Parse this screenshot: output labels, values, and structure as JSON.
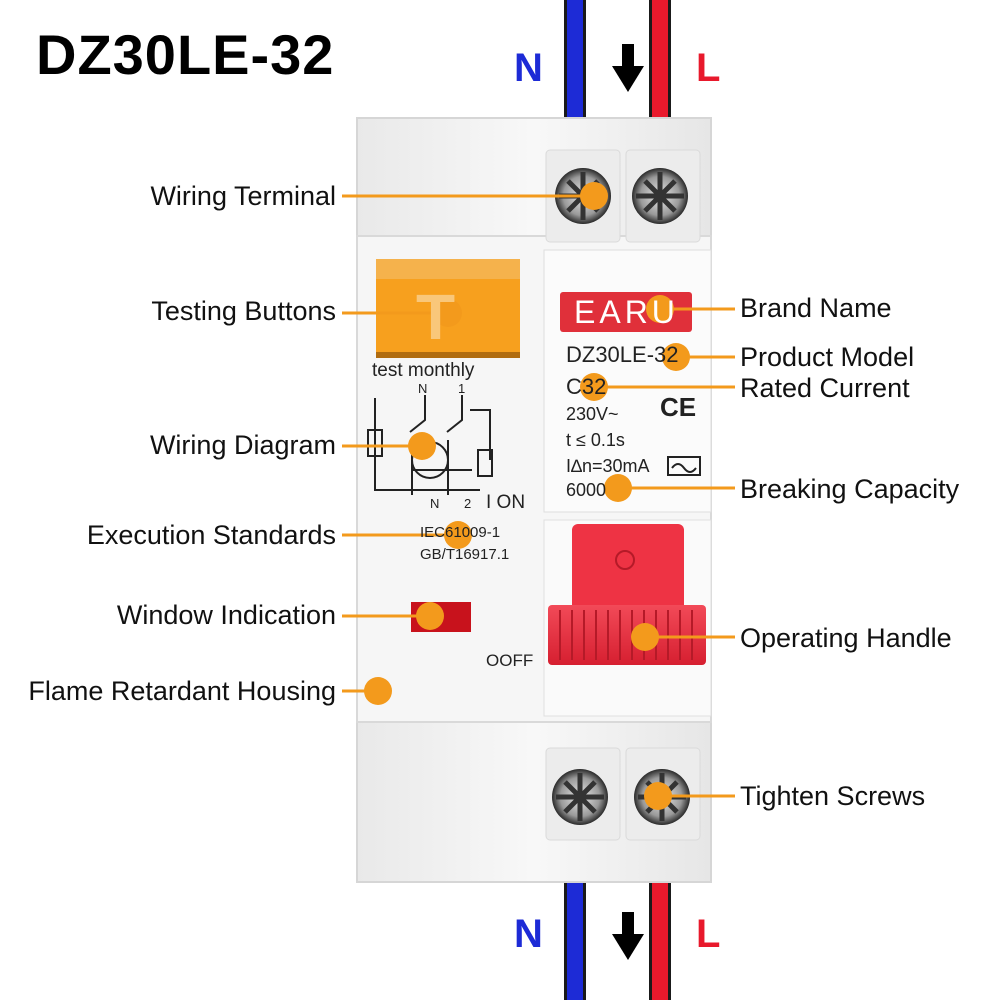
{
  "title": "DZ30LE-32",
  "wires": {
    "neutral_letter": "N",
    "live_letter": "L",
    "neutral_color": "#1d2bd6",
    "live_color": "#e8192c",
    "arrow_icon": "arrow-down-icon"
  },
  "device": {
    "brand": "EARU",
    "model": "DZ30LE-32",
    "rating": "C32",
    "voltage": "230V~",
    "trip_time": "t  ≤ 0.1s",
    "residual_current": "I∆n=30mA",
    "breaking_capacity": "6000",
    "test_note": "test monthly",
    "standard_line1": "IEC61009-1",
    "standard_line2": "GB/T16917.1",
    "on_label": "I ON",
    "off_label": "OOFF",
    "test_button_letter": "T",
    "ce_mark": "CE",
    "diagram_n_top": "N",
    "diagram_1_top": "1",
    "diagram_n_bottom": "N",
    "diagram_2_bottom": "2"
  },
  "callouts": {
    "wiring_terminal": "Wiring Terminal",
    "testing_buttons": "Testing Buttons",
    "wiring_diagram": "Wiring Diagram",
    "execution_standards": "Execution Standards",
    "window_indication": "Window Indication",
    "flame_retardant_housing": "Flame Retardant Housing",
    "brand_name": "Brand Name",
    "product_model": "Product Model",
    "rated_current": "Rated Current",
    "breaking_capacity": "Breaking Capacity",
    "operating_handle": "Operating Handle",
    "tighten_screws": "Tighten Screws"
  },
  "colors": {
    "accent": "#f39a1c",
    "test_button": "#f7a01e",
    "handle": "#ee3344",
    "brand_red": "#e0303a",
    "window": "#c8121c",
    "housing": "#f3f3f3"
  }
}
